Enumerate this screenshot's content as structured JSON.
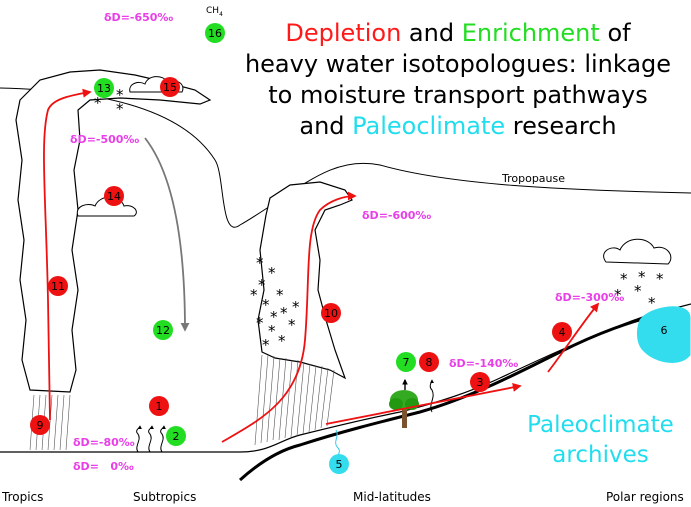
{
  "title": {
    "part1": "Depletion",
    "part2": " and ",
    "part3": "Enrichment",
    "part4": " of",
    "line2": "heavy water isotopologues: linkage",
    "line3": "to moisture transport pathways",
    "line4_part1": "and ",
    "line4_part2": "Paleoclimate",
    "line4_part3": " research"
  },
  "labels": {
    "tropopause": "Tropopause",
    "ch4": "CH",
    "ch4_sub": "4",
    "archives_line1": "Paleoclimate",
    "archives_line2": "archives"
  },
  "delta_values": {
    "d650": "δD=-650‰",
    "d500": "δD=-500‰",
    "d600": "δD=-600‰",
    "d300": "δD=-300‰",
    "d140": "δD=-140‰",
    "d80": "δD=-80‰",
    "d0": "δD=   0‰"
  },
  "regions": {
    "tropics": "Tropics",
    "subtropics": "Subtropics",
    "midlatitudes": "Mid-latitudes",
    "polar": "Polar regions"
  },
  "markers": [
    {
      "num": "1",
      "color": "#ee1111"
    },
    {
      "num": "2",
      "color": "#22dd22"
    },
    {
      "num": "3",
      "color": "#ee1111"
    },
    {
      "num": "4",
      "color": "#ee1111"
    },
    {
      "num": "5",
      "color": "#33ddee"
    },
    {
      "num": "6",
      "color": "#33ddee"
    },
    {
      "num": "7",
      "color": "#22dd22"
    },
    {
      "num": "8",
      "color": "#ee1111"
    },
    {
      "num": "9",
      "color": "#ee1111"
    },
    {
      "num": "10",
      "color": "#ee1111"
    },
    {
      "num": "11",
      "color": "#ee1111"
    },
    {
      "num": "12",
      "color": "#22dd22"
    },
    {
      "num": "13",
      "color": "#22dd22"
    },
    {
      "num": "14",
      "color": "#ee1111"
    },
    {
      "num": "15",
      "color": "#ee1111"
    },
    {
      "num": "16",
      "color": "#22dd22"
    }
  ],
  "colors": {
    "depletion": "#ff1a1a",
    "enrichment": "#22dd22",
    "paleoclimate": "#22ddee",
    "delta_label": "#e83fe8"
  }
}
